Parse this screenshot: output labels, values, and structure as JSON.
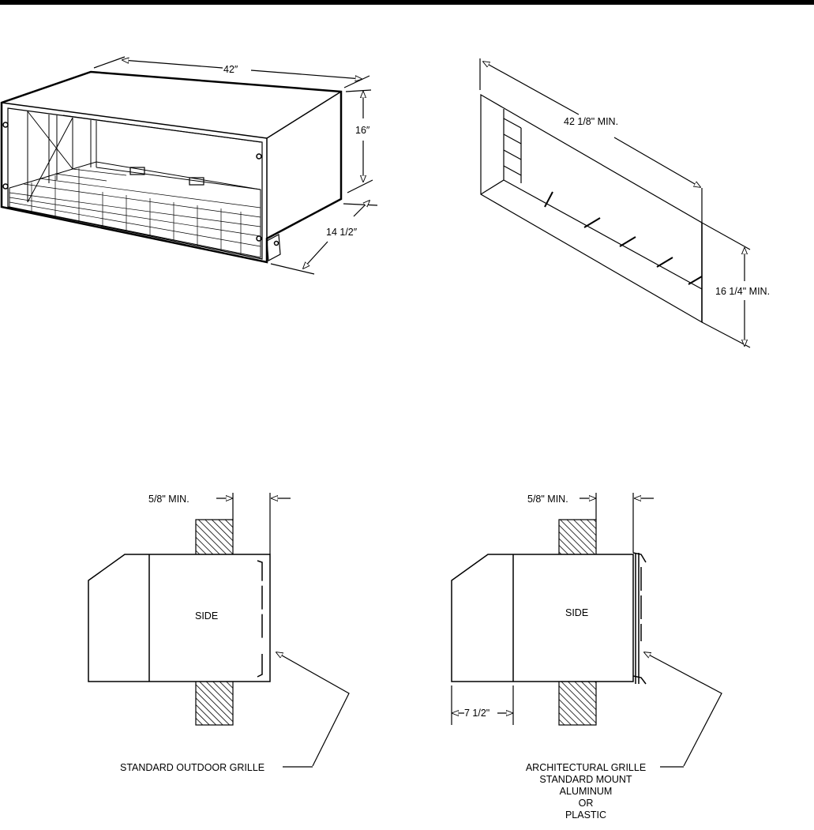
{
  "sleeve": {
    "width_label": "42″",
    "height_label": "16″",
    "depth_label": "14 1/2″"
  },
  "opening": {
    "width_label": "42 1/8\" MIN.",
    "height_label": "16 1/4\" MIN."
  },
  "standard_install": {
    "clearance_label": "5/8\" MIN.",
    "side_label": "SIDE",
    "grille_label": "STANDARD OUTDOOR GRILLE"
  },
  "architectural_install": {
    "clearance_label": "5/8\" MIN.",
    "side_label": "SIDE",
    "offset_label": "7 1/2\"",
    "grille_label_lines": [
      "ARCHITECTURAL GRILLE",
      "STANDARD MOUNT",
      "ALUMINUM",
      "OR",
      "PLASTIC"
    ]
  }
}
